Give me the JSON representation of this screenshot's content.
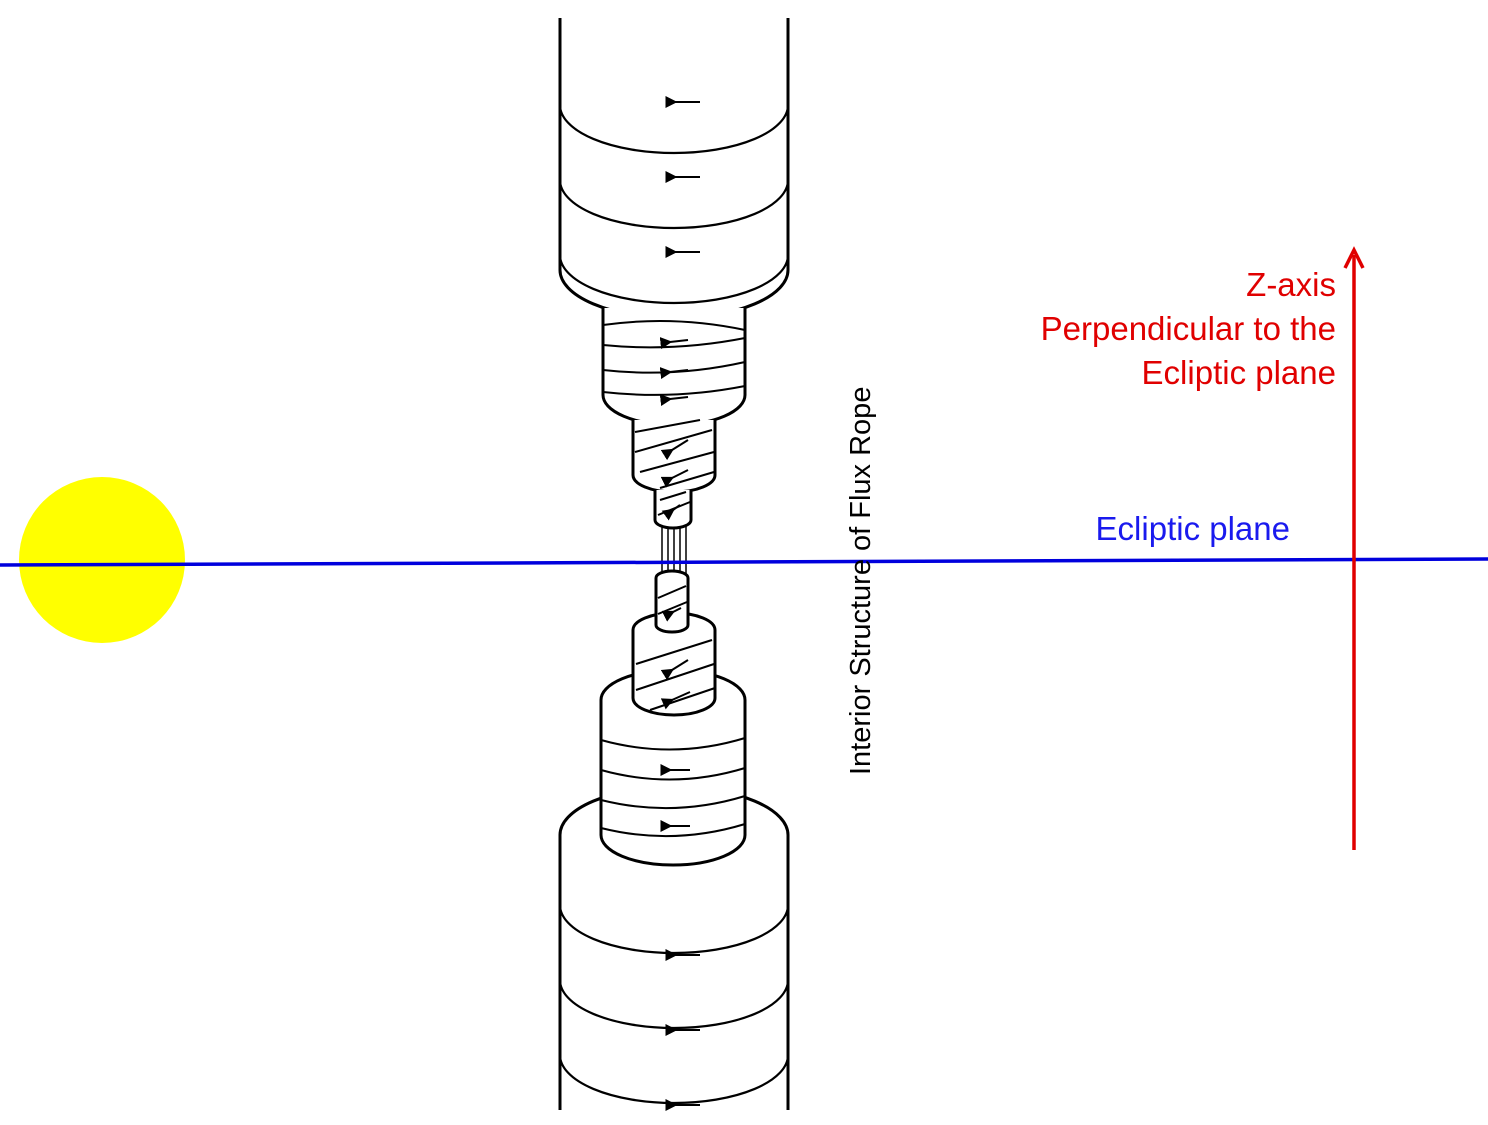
{
  "labels": {
    "z_axis": "Z-axis",
    "z_axis_desc_line1": "Perpendicular to the",
    "z_axis_desc_line2": "Ecliptic plane",
    "ecliptic_plane": "Ecliptic plane",
    "flux_rope": "Interior Structure of Flux Rope"
  },
  "colors": {
    "sun": "#ffff00",
    "ecliptic_line": "#0000dd",
    "ecliptic_text": "#1a1aee",
    "z_axis": "#e00000",
    "flux_rope": "#000000"
  },
  "icons": {
    "sun": "sun-circle",
    "z_arrow": "arrow-up-icon",
    "field_direction": "arrowhead-left-icon"
  }
}
